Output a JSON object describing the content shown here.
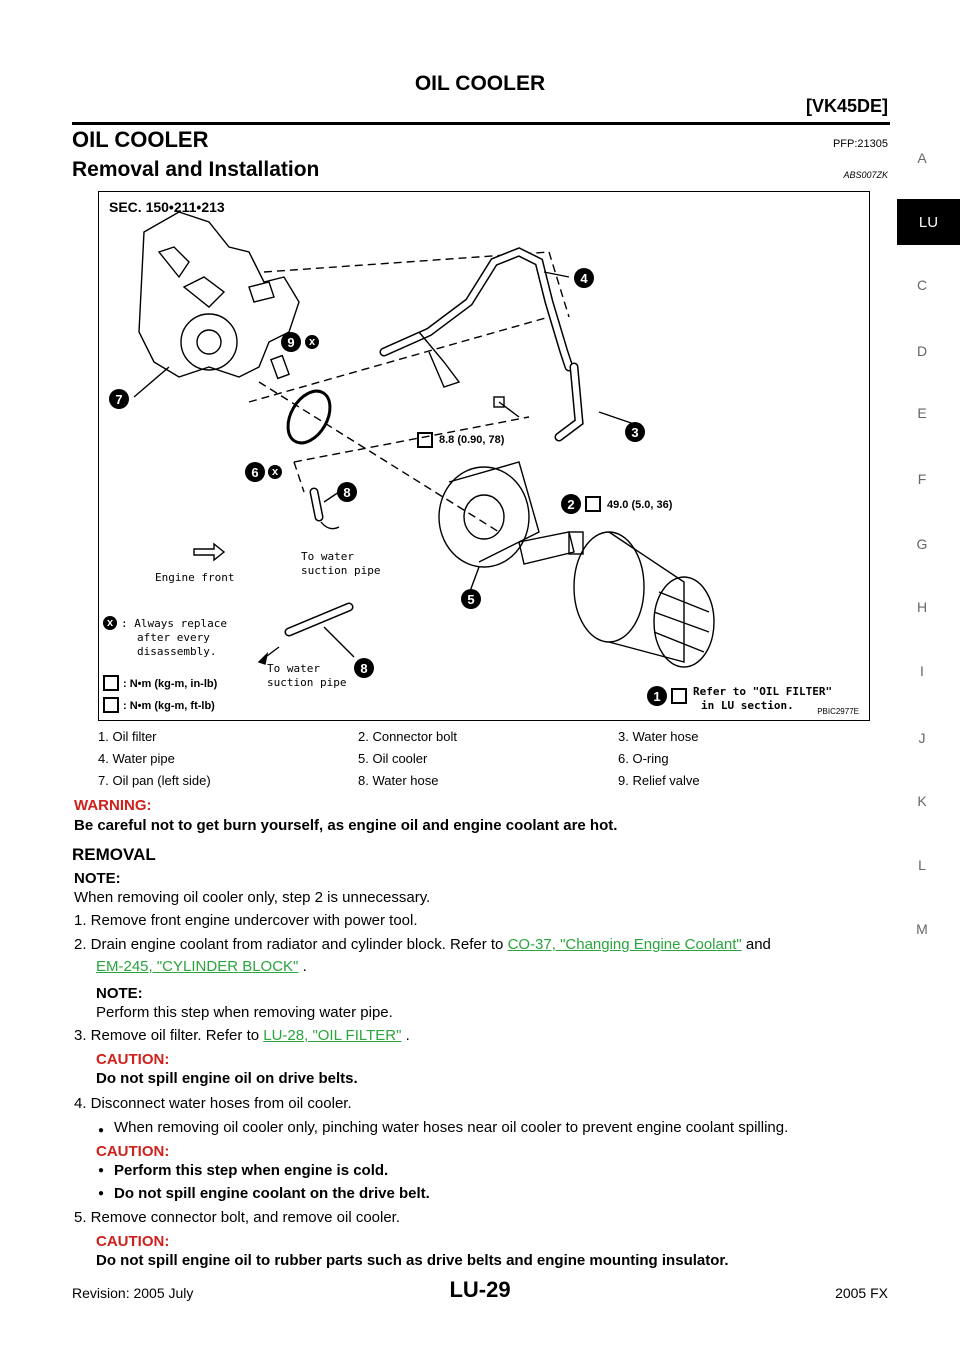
{
  "header": {
    "title": "OIL COOLER",
    "model": "[VK45DE]"
  },
  "side_index": {
    "letters": [
      "A",
      "C",
      "D",
      "E",
      "F",
      "G",
      "H",
      "I",
      "J",
      "K",
      "L",
      "M"
    ],
    "active": "LU"
  },
  "section": {
    "title": "OIL COOLER",
    "code": "PFP:21305"
  },
  "subsection": {
    "title": "Removal and Installation",
    "code": "ABS007ZK"
  },
  "figure": {
    "sec": "SEC. 150•211•213",
    "torque_1": "8.8 (0.90, 78)",
    "torque_2": "49.0 (5.0, 36)",
    "engine_front": "Engine front",
    "to_water_1": "To water",
    "to_water_1b": "suction pipe",
    "to_water_2": "To water",
    "to_water_2b": "suction pipe",
    "legend_replace_1": ": Always replace",
    "legend_replace_2": "after every",
    "legend_replace_3": "disassembly.",
    "legend_nm_in": ": N•m (kg-m, in-lb)",
    "legend_nm_ft": ": N•m (kg-m, ft-lb)",
    "refer_1": "Refer to \"OIL FILTER\"",
    "refer_2": "in LU section.",
    "code": "PBIC2977E",
    "callouts": [
      "1",
      "2",
      "3",
      "4",
      "5",
      "6",
      "7",
      "8",
      "8",
      "9"
    ],
    "replace_icon": "x"
  },
  "parts": [
    [
      "1.  Oil filter",
      "2.  Connector bolt",
      "3.  Water hose"
    ],
    [
      "4.  Water pipe",
      "5.  Oil cooler",
      "6.  O-ring"
    ],
    [
      "7.  Oil pan (left side)",
      "8.  Water hose",
      "9.  Relief valve"
    ]
  ],
  "warning": {
    "label": "WARNING:",
    "text": "Be careful not to get burn yourself, as engine oil and engine coolant are hot."
  },
  "removal": {
    "title": "REMOVAL",
    "note_label": "NOTE:",
    "note_text": "When removing oil cooler only, step 2 is unnecessary.",
    "step1": "1. Remove front engine undercover with power tool.",
    "step2_a": "2. Drain engine coolant from radiator and cylinder block. Refer to",
    "step2_link1": "CO-37, \"Changing Engine Coolant\"",
    "step2_and": "and",
    "step2_link2": "EM-245, \"CYLINDER BLOCK\"",
    "step2_end": ".",
    "step2_note_label": "NOTE:",
    "step2_note_text": "Perform this step when removing water pipe.",
    "step3_a": "3. Remove oil filter. Refer to",
    "step3_link": "LU-28, \"OIL FILTER\"",
    "step3_end": ".",
    "caution1_label": "CAUTION:",
    "caution1_text": "Do not spill engine oil on drive belts.",
    "step4": "4. Disconnect water hoses from oil cooler.",
    "step4_bullet": "When removing oil cooler only, pinching water hoses near oil cooler to prevent engine coolant spilling.",
    "caution2_label": "CAUTION:",
    "caution2_b1": "Perform this step when engine is cold.",
    "caution2_b2": "Do not spill engine coolant on the drive belt.",
    "step5": "5. Remove connector bolt, and remove oil cooler.",
    "caution3_label": "CAUTION:",
    "caution3_text": "Do not spill engine oil to rubber parts such as drive belts and engine mounting insulator."
  },
  "footer": {
    "revision": "Revision: 2005 July",
    "page": "LU-29",
    "model": "2005 FX"
  }
}
